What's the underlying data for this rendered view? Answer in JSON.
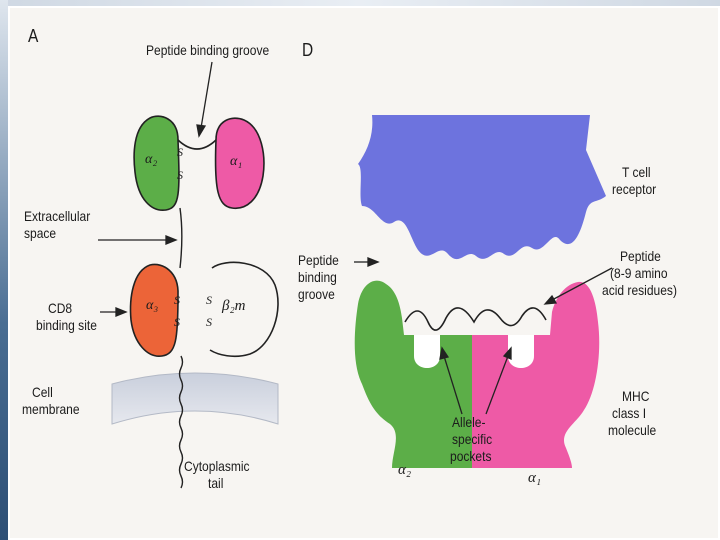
{
  "panel_a": {
    "panel_letter": "A",
    "peptide_groove_label": "Peptide binding groove",
    "extracellular_label": [
      "Extracellular",
      "space"
    ],
    "cd8_label": [
      "CD8",
      "binding site"
    ],
    "membrane_label": [
      "Cell",
      "membrane"
    ],
    "cytoplasmic_label": [
      "Cytoplasmic",
      "tail"
    ],
    "domain_alpha2": "α₂",
    "domain_alpha1": "α₁",
    "domain_alpha3": "α₃",
    "domain_b2m": "β₂m",
    "disulfide_glyph": "S",
    "colors": {
      "alpha2": "#5cae48",
      "alpha1": "#ee5aa6",
      "alpha3": "#ec6438"
    }
  },
  "panel_b": {
    "panel_letter": "D",
    "tcr_label": [
      "T cell",
      "receptor"
    ],
    "groove_label": [
      "Peptide",
      "binding",
      "groove"
    ],
    "peptide_label": [
      "Peptide",
      "(8-9 amino",
      "acid residues)"
    ],
    "mhc_label": [
      "MHC",
      "class I",
      "molecule"
    ],
    "pockets_label": [
      "Allele-",
      "specific",
      "pockets"
    ],
    "alpha2_label": "α₂",
    "alpha1_label": "α₁",
    "colors": {
      "tcr": "#6d73de",
      "alpha2": "#5cae48",
      "alpha1": "#ee5aa6"
    }
  }
}
